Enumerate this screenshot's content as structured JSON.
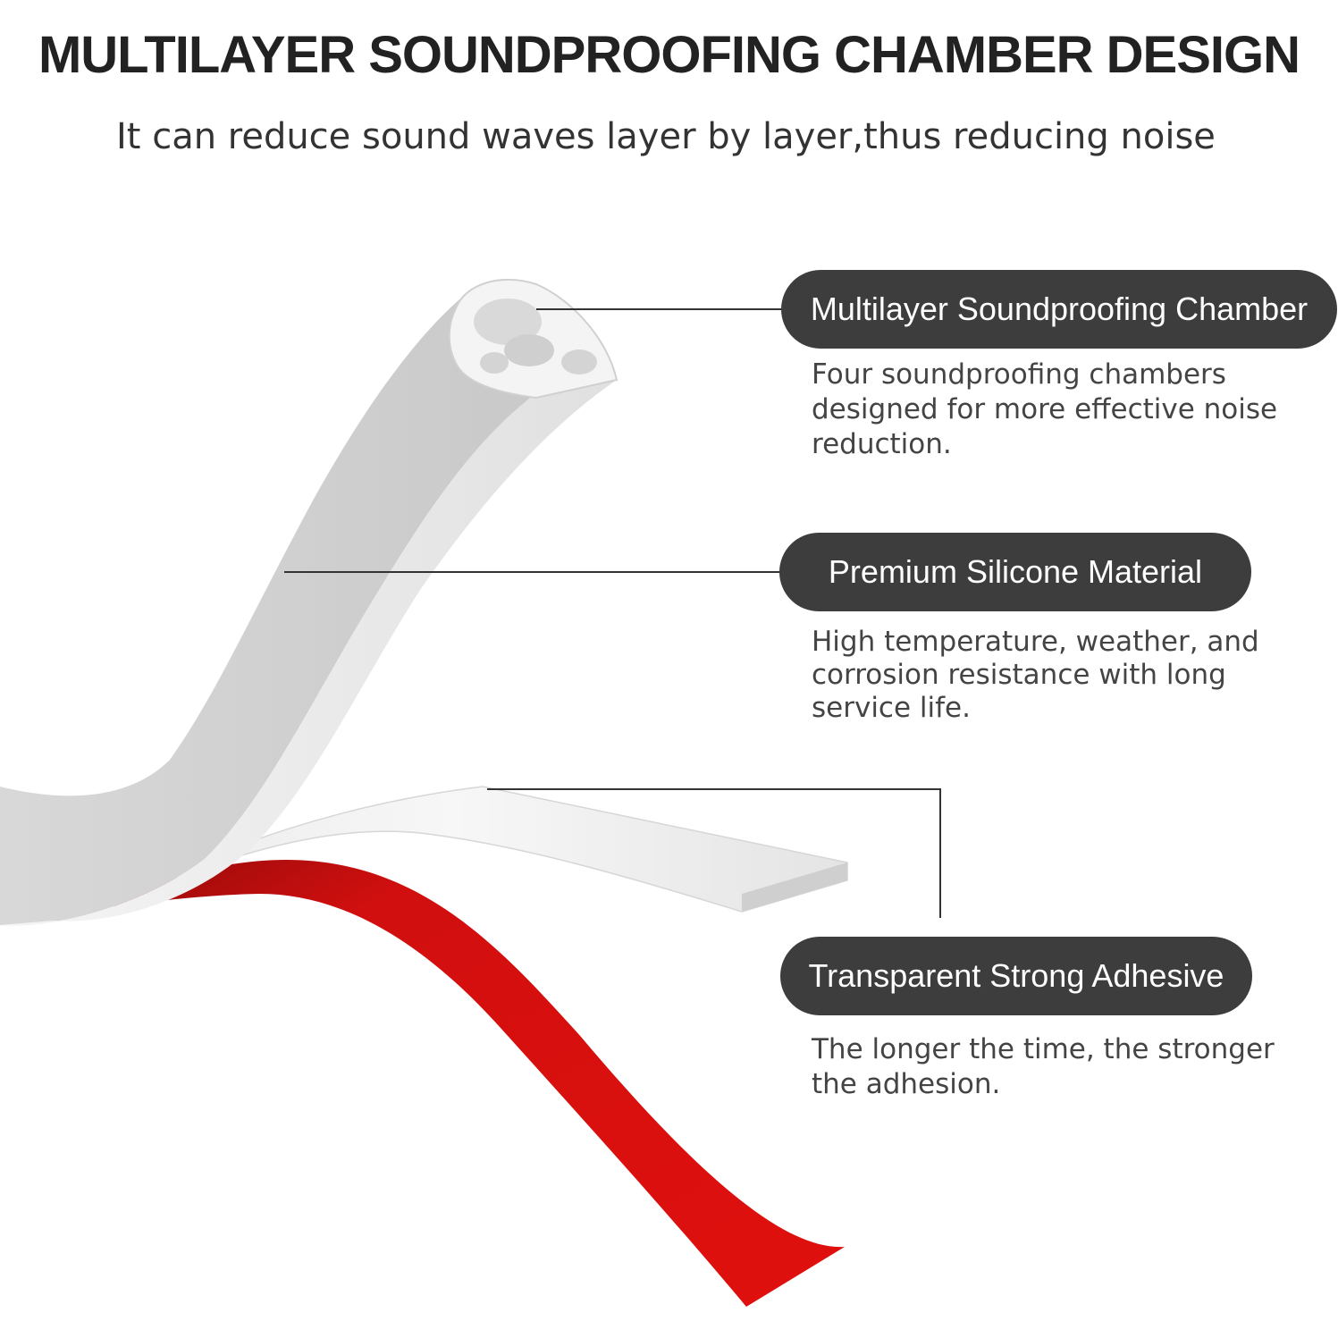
{
  "header": {
    "title": "MULTILAYER SOUNDPROOFING CHAMBER DESIGN",
    "subtitle": "It can reduce sound waves layer by layer,thus reducing noise"
  },
  "features": [
    {
      "label": "Multilayer Soundproofing Chamber",
      "description": "Four soundproofing chambers\ndesigned for more effective noise\nreduction."
    },
    {
      "label": "Premium Silicone  Material",
      "description": "High temperature, weather, and\ncorrosion resistance with long\nservice life."
    },
    {
      "label": "Transparent Strong Adhesive",
      "description": "The longer the time, the stronger\n the adhesion."
    }
  ],
  "colors": {
    "pill_background": "#3d3d3d",
    "pill_text": "#ffffff",
    "tape_red": "#d90f0f",
    "strip_white": "#f2f2f2"
  }
}
